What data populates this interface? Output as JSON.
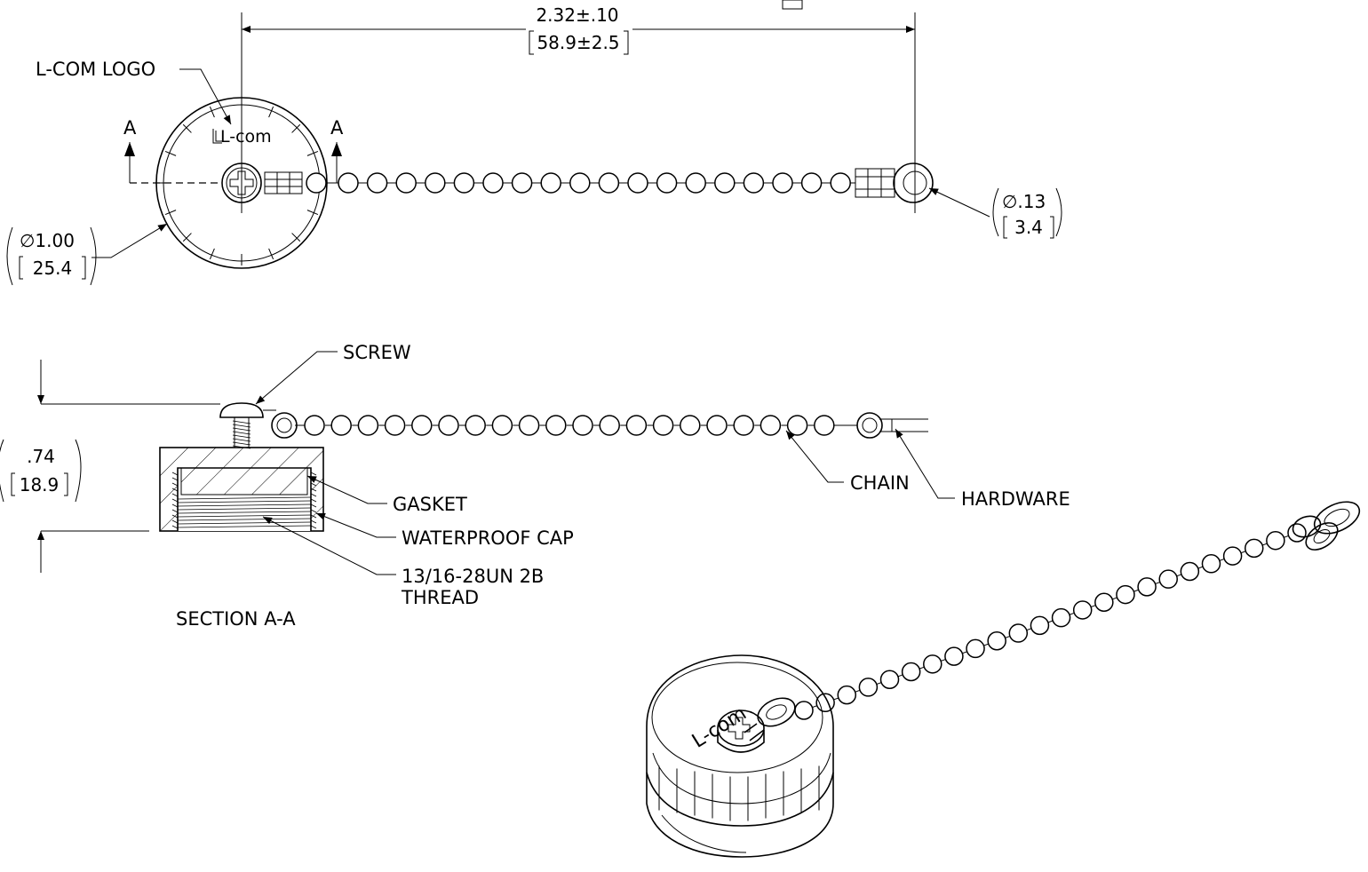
{
  "labels": {
    "overall_length_in": "2.32±.10",
    "overall_length_mm": "58.9±2.5",
    "logo_callout": "L-COM LOGO",
    "section_letter": "A",
    "cap_diameter_in": "∅1.00",
    "cap_diameter_mm": "25.4",
    "hole_diameter_in": "∅.13",
    "hole_diameter_mm": "3.4",
    "height_in": ".74",
    "height_mm": "18.9",
    "screw": "SCREW",
    "chain": "CHAIN",
    "hardware": "HARDWARE",
    "gasket": "GASKET",
    "cap": "WATERPROOF CAP",
    "thread_line1": "13/16-28UN 2B",
    "thread_line2": "THREAD",
    "section_title": "SECTION A-A"
  },
  "logo_text": "L-com"
}
